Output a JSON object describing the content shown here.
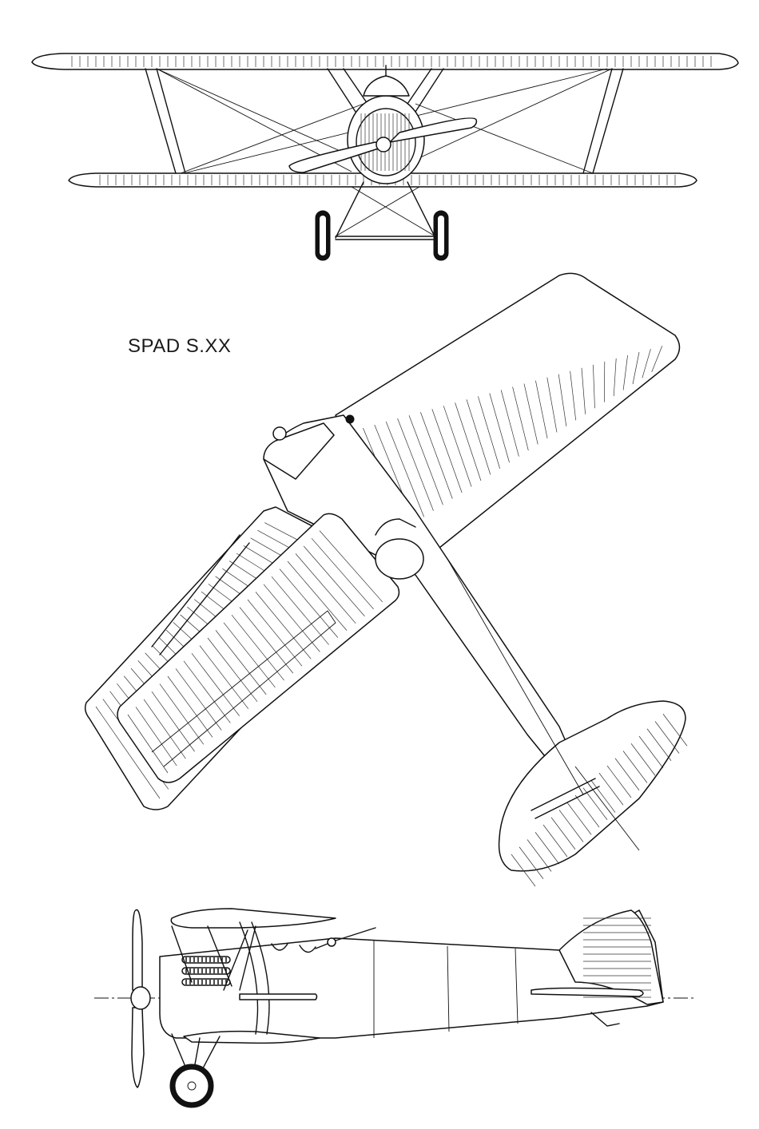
{
  "figure": {
    "caption": "SPAD S.XX",
    "views": [
      {
        "id": "front",
        "icon": "front-view-drawing"
      },
      {
        "id": "plan",
        "icon": "plan-view-drawing"
      },
      {
        "id": "side",
        "icon": "side-view-drawing"
      }
    ]
  }
}
